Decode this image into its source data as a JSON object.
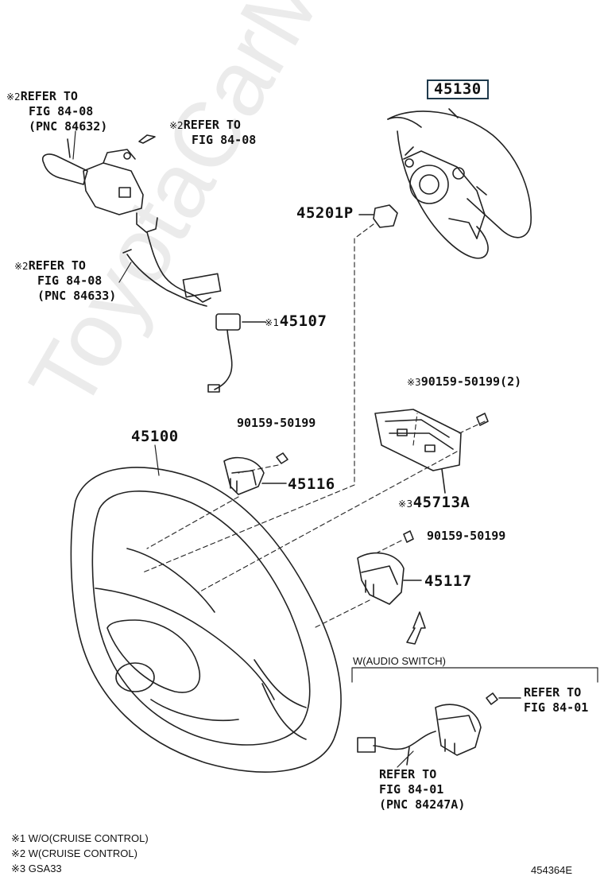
{
  "watermark": "ToyotaCarMini.ru",
  "figure_code": "454364E",
  "callouts": {
    "c1": {
      "mark": "※2",
      "lines": [
        "REFER TO",
        "FIG 84-08",
        "(PNC 84632)"
      ]
    },
    "c2": {
      "mark": "※2",
      "lines": [
        "REFER TO",
        "FIG 84-08"
      ]
    },
    "c3": {
      "mark": "※2",
      "lines": [
        "REFER TO",
        "FIG 84-08",
        "(PNC 84633)"
      ]
    },
    "c4": {
      "lines": [
        "REFER TO",
        "FIG 84-01"
      ]
    },
    "c5": {
      "lines": [
        "REFER TO",
        "FIG 84-01",
        "(PNC 84247A)"
      ]
    }
  },
  "parts": {
    "p45130": "45130",
    "p45201p": "45201P",
    "p45107": {
      "mark": "※1",
      "number": "45107"
    },
    "p90159_top": {
      "mark": "※3",
      "number": "90159-50199(2)"
    },
    "p90159_mid": "90159-50199",
    "p45100": "45100",
    "p45116": "45116",
    "p45713a": {
      "mark": "※3",
      "number": "45713A"
    },
    "p90159_low": "90159-50199",
    "p45117": "45117"
  },
  "variant_label": "W(AUDIO SWITCH)",
  "legend": [
    "※1 W/O(CRUISE CONTROL)",
    "※2 W(CRUISE CONTROL)",
    "※3 GSA33"
  ]
}
